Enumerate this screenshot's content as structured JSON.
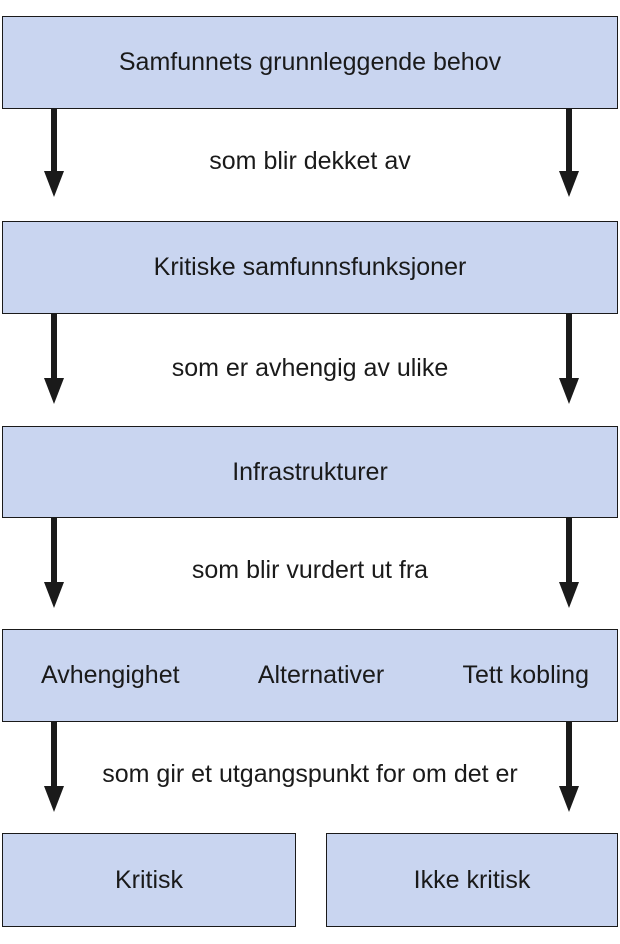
{
  "boxes": {
    "needs": "Samfunnets grunnleggende behov",
    "functions": "Kritiske samfunnsfunksjoner",
    "infrastructures": "Infrastrukturer",
    "criteria": [
      "Avhengighet",
      "Alternativer",
      "Tett kobling"
    ],
    "critical": "Kritisk",
    "not_critical": "Ikke kritisk"
  },
  "connectors": [
    "som blir dekket av",
    "som er avhengig av ulike",
    "som blir vurdert ut fra",
    "som gir et utgangspunkt for om det er"
  ],
  "colors": {
    "box_fill": "#c9d5f0",
    "stroke": "#1a1a1a"
  }
}
